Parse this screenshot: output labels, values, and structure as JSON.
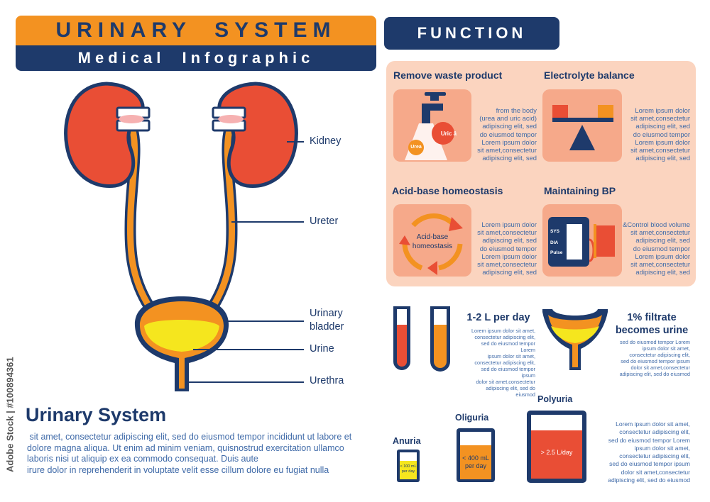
{
  "header": {
    "title": "URINARY  SYSTEM",
    "subtitle": "Medical  Infographic"
  },
  "function_header": "FUNCTION",
  "anatomy_labels": {
    "kidney": "Kidney",
    "ureter": "Ureter",
    "urinary_bladder_1": "Urinary",
    "urinary_bladder_2": "bladder",
    "urine": "Urine",
    "urethra": "Urethra"
  },
  "functions": {
    "waste": {
      "title": "Remove waste product",
      "icon_labels": {
        "uric": "Uric â",
        "urea": "Urea"
      },
      "lines": [
        "from the body",
        "(urea and uric acid)",
        "adipiscing elit, sed",
        "do eiusmod tempor",
        "Lorem ipsum dolor",
        "sit amet,consectetur",
        "adipiscing elit, sed"
      ]
    },
    "electrolyte": {
      "title": "Electrolyte balance",
      "lines": [
        "Lorem ipsum dolor",
        "sit amet,consectetur",
        "adipiscing elit, sed",
        "do eiusmod tempor",
        "Lorem ipsum dolor",
        "sit amet,consectetur",
        "adipiscing elit, sed"
      ]
    },
    "acid_base": {
      "title": "Acid-base homeostasis",
      "icon_label_1": "Acid-base",
      "icon_label_2": "homeostasis",
      "lines": [
        "Lorem ipsum dolor",
        "sit amet,consectetur",
        "adipiscing elit, sed",
        "do eiusmod tempor",
        "Lorem ipsum dolor",
        "sit amet,consectetur",
        "adipiscing elit, sed"
      ]
    },
    "bp": {
      "title": "Maintaining BP",
      "icon_labels": {
        "sys": "SYS",
        "dia": "DIA",
        "pulse": "Pulse"
      },
      "lines": [
        "&Control blood volume",
        "sit amet,consectetur",
        "adipiscing elit, sed",
        "do eiusmod tempor",
        "Lorem ipsum dolor",
        "sit amet,consectetur",
        "adipiscing elit, sed"
      ]
    }
  },
  "stats": {
    "per_day": {
      "title": "1-2 L per day",
      "lines": [
        "Lorem ipsum dolor sit amet,",
        "consectetur adipiscing elit,",
        "sed do eiusmod tempor Lorem",
        "ipsum dolor sit amet,",
        "consectetur adipiscing elit,",
        "sed do eiusmod tempor ipsum",
        "dolor sit amet,consectetur",
        "adipiscing elit, sed do eiusmod"
      ]
    },
    "filtrate": {
      "title_1": "1% filtrate",
      "title_2": "becomes urine",
      "lines": [
        "sed do eiusmod tempor Lorem",
        "ipsum dolor sit amet,",
        "consectetur adipiscing elit,",
        "sed do eiusmod tempor ipsum",
        "dolor sit amet,consectetur",
        "adipiscing elit, sed do eiusmod"
      ]
    }
  },
  "volumes": {
    "anuria": {
      "label": "Anuria",
      "text_1": "< 100 mL",
      "text_2": "per day"
    },
    "oliguria": {
      "label": "Oliguria",
      "text_1": "< 400 mL",
      "text_2": "per day"
    },
    "polyuria": {
      "label": "Polyuria",
      "text_1": "> 2.5 L/day"
    },
    "lines": [
      "Lorem ipsum dolor sit amet,",
      "consectetur adipiscing elit,",
      "sed do eiusmod tempor Lorem",
      "ipsum dolor sit amet,",
      "consectetur adipiscing elit,",
      "sed do eiusmod tempor ipsum",
      "dolor sit amet,consectetur",
      "adipiscing elit, sed do eiusmod"
    ]
  },
  "main": {
    "title": "Urinary System",
    "body": [
      " sit amet, consectetur adipiscing elit, sed do eiusmod tempor incididunt ut labore et",
      "dolore magna aliqua. Ut enim ad minim veniam, quisnostrud exercitation ullamco",
      "laboris nisi ut aliquip ex ea commodo consequat. Duis aute",
      "irure dolor in reprehenderit in voluptate velit esse cillum dolore eu fugiat nulla"
    ]
  },
  "watermark": "Adobe Stock | #100894361",
  "colors": {
    "navy": "#1e3a6b",
    "orange": "#f39221",
    "kidney_red": "#e94e35",
    "urine_yellow": "#f5e61e",
    "peach": "#fbd4bf",
    "salmon": "#f6a98a"
  }
}
